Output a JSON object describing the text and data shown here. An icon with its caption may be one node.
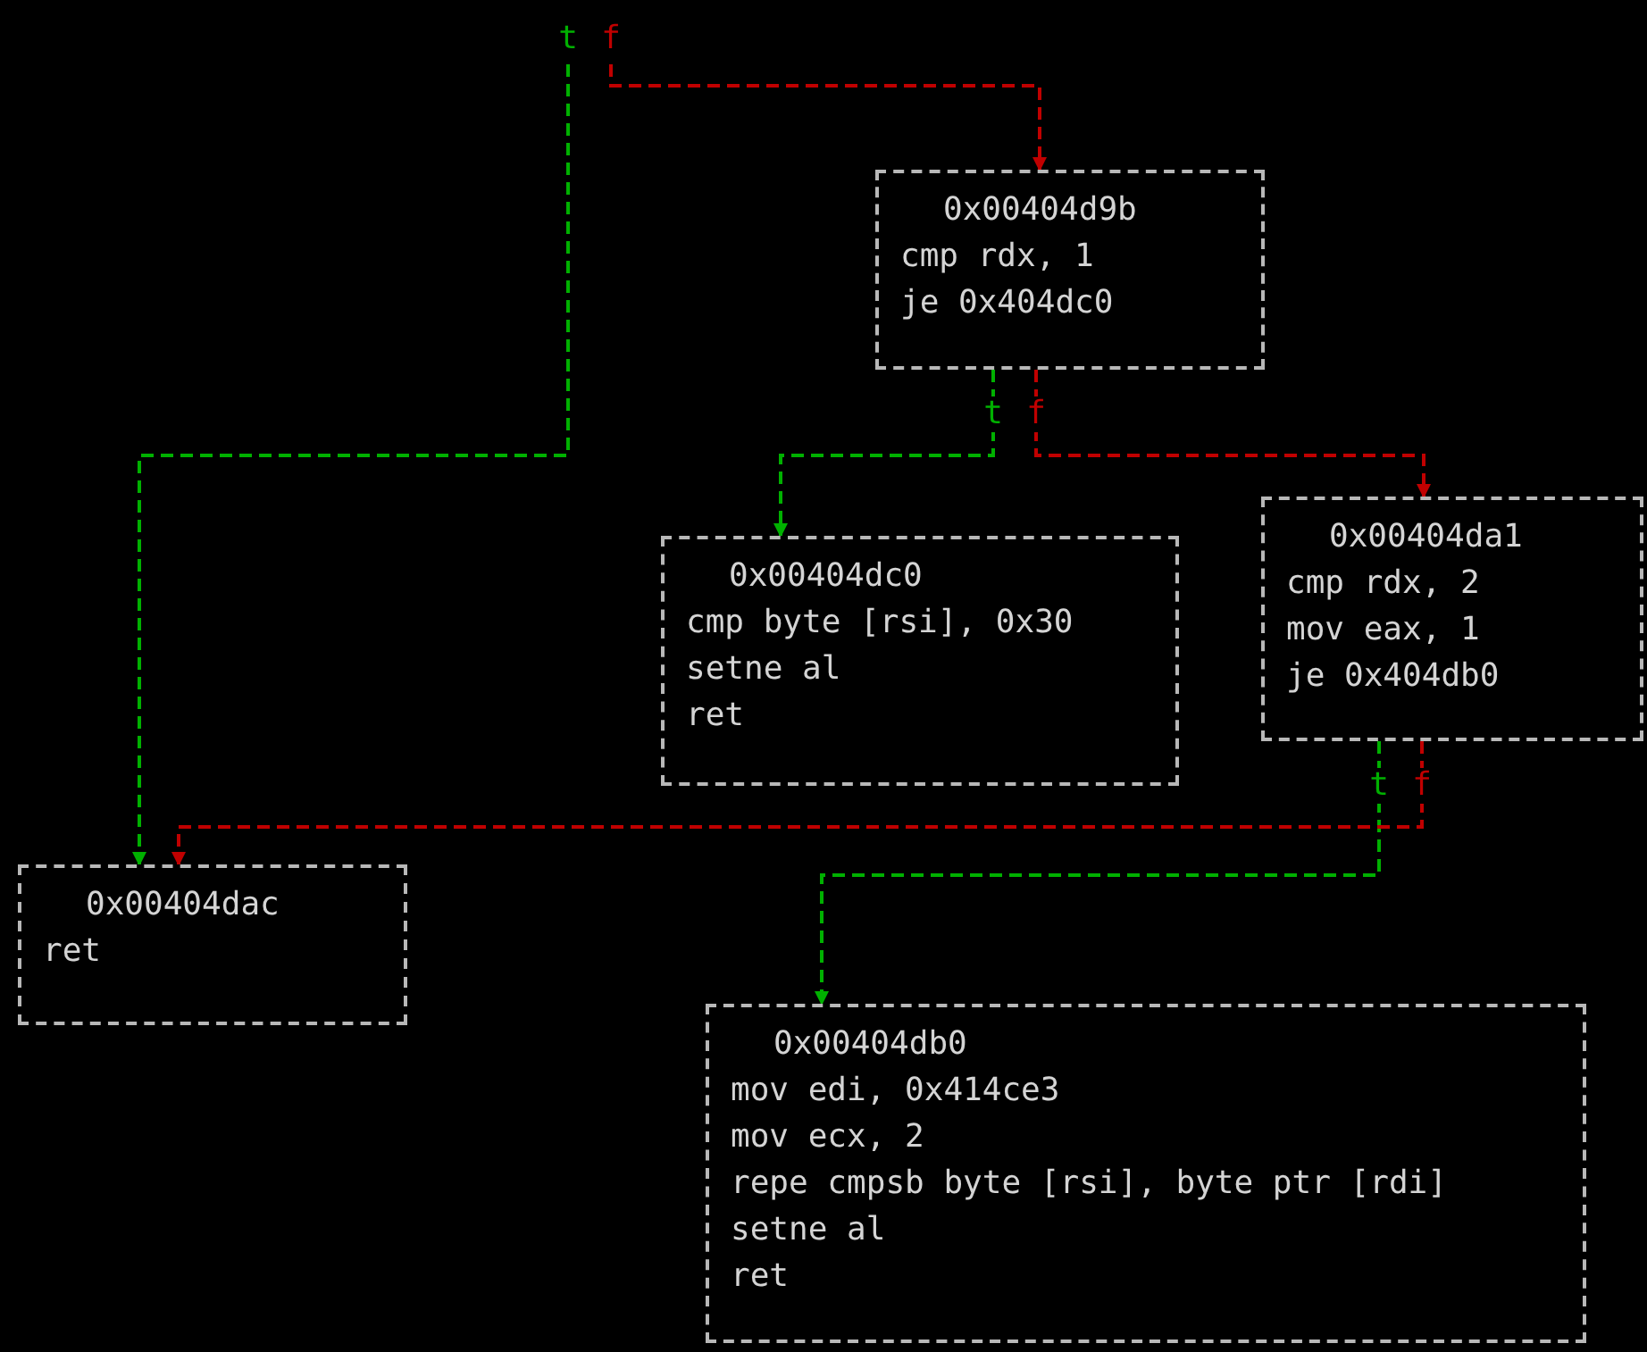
{
  "diagram": {
    "nodes": [
      {
        "text": [
          "0x00404d9b",
          "cmp rdx, 1",
          "je 0x404dc0"
        ]
      },
      {
        "text": [
          "0x00404dc0",
          "cmp byte [rsi], 0x30",
          "setne al",
          "ret"
        ]
      },
      {
        "text": [
          "0x00404da1",
          "cmp rdx, 2",
          "mov eax, 1",
          "je 0x404db0"
        ]
      },
      {
        "text": [
          "0x00404dac",
          "ret"
        ]
      },
      {
        "text": [
          "0x00404db0",
          "mov edi, 0x414ce3",
          "mov ecx, 2",
          "repe cmpsb byte [rsi], byte ptr [rdi]",
          "setne al",
          "ret"
        ]
      }
    ],
    "edges": [
      {
        "from": null,
        "to": 3,
        "arrow": "to",
        "label": "t",
        "style": "dashed",
        "color": "#00b000"
      },
      {
        "from": null,
        "to": 0,
        "arrow": "to",
        "label": "f",
        "style": "dashed",
        "color": "#c00000"
      },
      {
        "from": 0,
        "to": 1,
        "arrow": "to",
        "label": "t",
        "style": "dashed",
        "color": "#00b000"
      },
      {
        "from": 0,
        "to": 2,
        "arrow": "to",
        "label": "f",
        "style": "dashed",
        "color": "#c00000"
      },
      {
        "from": 2,
        "to": 4,
        "arrow": "to",
        "label": "t",
        "style": "dashed",
        "color": "#00b000"
      },
      {
        "from": 2,
        "to": 3,
        "arrow": "to",
        "label": "f",
        "style": "dashed",
        "color": "#c00000"
      }
    ]
  }
}
